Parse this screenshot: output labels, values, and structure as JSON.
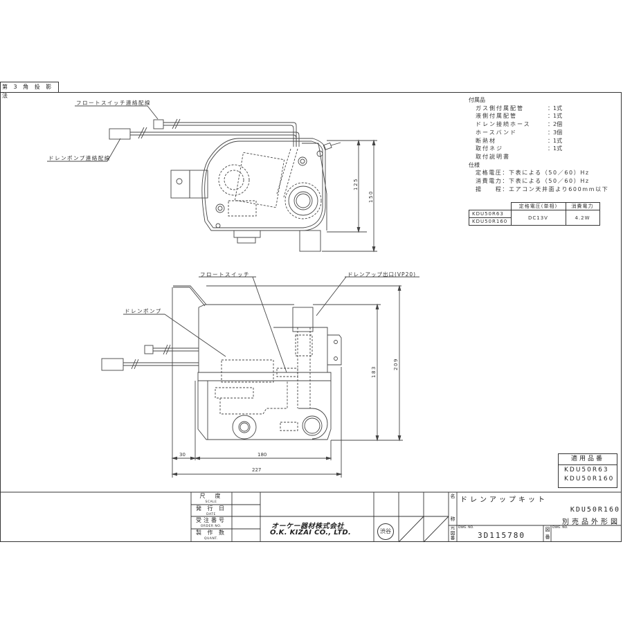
{
  "projection_label": "第 3 角 投 影 法",
  "top_view": {
    "callouts": {
      "float_switch_wire": "フロートスイッチ連絡配線",
      "drain_pump_wire": "ドレンポンプ連絡配線"
    },
    "dimensions": {
      "inner_height": "125",
      "outer_height": "150"
    }
  },
  "front_view": {
    "callouts": {
      "float_switch": "フロートスイッチ",
      "drain_outlet": "ドレンアップ出口(VP20)",
      "drain_pump": "ドレンポンプ"
    },
    "dimensions": {
      "height_183": "183",
      "height_209": "209",
      "offset_30": "30",
      "width_180": "180",
      "width_227": "227"
    }
  },
  "notes": {
    "accessories_title": "付属品",
    "accessories": [
      {
        "name": "ガス側付属配管",
        "qty": "：1式"
      },
      {
        "name": "液側付属配管",
        "qty": "：1式"
      },
      {
        "name": "ドレン接続ホース",
        "qty": "：2個"
      },
      {
        "name": "ホースバンド",
        "qty": "：3個"
      },
      {
        "name": "断熱材",
        "qty": "：1式"
      },
      {
        "name": "取付ネジ",
        "qty": "：1式"
      },
      {
        "name": "取付説明書",
        "qty": ""
      }
    ],
    "spec_title": "仕様",
    "specs": [
      "定格電圧：下表による（50／60）Hz",
      "消費電力：下表による（50／60）Hz",
      "揚　　程：エアコン天井面より600mm以下"
    ]
  },
  "spec_table": {
    "headers": [
      "定格電圧(単相)",
      "消費電力"
    ],
    "models": [
      "KDU50R63",
      "KDU50R160"
    ],
    "voltage": "DC13V",
    "power": "4.2W"
  },
  "applicable": {
    "header": "適用品番",
    "models": [
      "KDU50R63",
      "KDU50R160"
    ]
  },
  "title_block": {
    "scale_label": "尺　度",
    "scale_en": "SCALE",
    "date_label": "発 行 日",
    "date_en": "DATE",
    "order_label": "受注番号",
    "order_en": "ORDER NO.",
    "quant_label": "製 作 数",
    "quant_en": "QUANT.",
    "company_jp": "オーケー器材株式会社",
    "company_en": "O.K. KIZAI CO., LTD.",
    "stamp": "渋谷",
    "name_char_1": "名",
    "name_char_2": "称",
    "product_name": "ドレンアップキット",
    "model": "KDU50R160",
    "drawing_type": "別売品外形図",
    "orig_label": "元図番",
    "dwg_no_label": "DWG. NO.",
    "dwg_no": "3D115780",
    "fig_label": "図番",
    "fig_dwg_label": "DWG. NO."
  }
}
